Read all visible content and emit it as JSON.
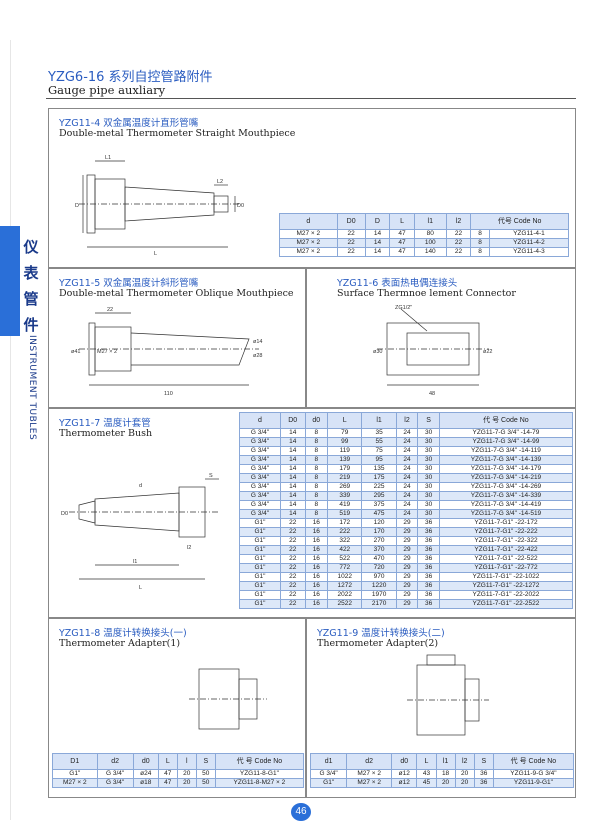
{
  "header": {
    "title": "YZG6-16 系列自控管路附件",
    "subtitle": "Gauge pipe auxliary"
  },
  "side_tab": {
    "cn": [
      "仪",
      "表",
      "管",
      "件"
    ],
    "en": "INSTRUMENT TUBLES"
  },
  "page_number": "46",
  "section1": {
    "title": "YZG11-4 双金属温度计直形管嘴",
    "subtitle": "Double-metal Thermometer Straight Mouthpiece",
    "dims": [
      "L1",
      "L2",
      "D",
      "D0",
      "L"
    ],
    "columns": [
      "d",
      "D0",
      "D",
      "L",
      "l1",
      "l2",
      "代号 Code No"
    ],
    "rows": [
      [
        "M27 × 2",
        "22",
        "14",
        "47",
        "80",
        "22",
        "8",
        "YZG11-4-1"
      ],
      [
        "M27 × 2",
        "22",
        "14",
        "47",
        "100",
        "22",
        "8",
        "YZG11-4-2"
      ],
      [
        "M27 × 2",
        "22",
        "14",
        "47",
        "140",
        "22",
        "8",
        "YZG11-4-3"
      ]
    ]
  },
  "section2": {
    "title": "YZG11-5 双金属温度计斜形管嘴",
    "subtitle": "Double-metal Thermometer Oblique Mouthpiece",
    "dims": [
      "22",
      "ø41",
      "M27 × 2",
      "ø14",
      "ø28",
      "110"
    ]
  },
  "section3": {
    "title": "YZG11-6 表面热电偶连接头",
    "subtitle": "Surface Thermnoe lement Connector",
    "dims": [
      "ZG1/2\"",
      "ø30",
      "ø22",
      "48"
    ]
  },
  "section4": {
    "title": "YZG11-7 温度计套管",
    "subtitle": "Thermometer Bush",
    "dims": [
      "S",
      "d",
      "D0",
      "l1",
      "l2",
      "L"
    ],
    "columns": [
      "d",
      "D0",
      "d0",
      "L",
      "l1",
      "l2",
      "S",
      "代 号 Code No"
    ],
    "rows": [
      [
        "G 3/4\"",
        "14",
        "8",
        "79",
        "35",
        "24",
        "30",
        "YZG11-7-G 3/4\" -14-79"
      ],
      [
        "G 3/4\"",
        "14",
        "8",
        "99",
        "55",
        "24",
        "30",
        "YZG11-7-G 3/4\" -14-99"
      ],
      [
        "G 3/4\"",
        "14",
        "8",
        "119",
        "75",
        "24",
        "30",
        "YZG11-7-G 3/4\" -14-119"
      ],
      [
        "G 3/4\"",
        "14",
        "8",
        "139",
        "95",
        "24",
        "30",
        "YZG11-7-G 3/4\" -14-139"
      ],
      [
        "G 3/4\"",
        "14",
        "8",
        "179",
        "135",
        "24",
        "30",
        "YZG11-7-G 3/4\" -14-179"
      ],
      [
        "G 3/4\"",
        "14",
        "8",
        "219",
        "175",
        "24",
        "30",
        "YZG11-7-G 3/4\" -14-219"
      ],
      [
        "G 3/4\"",
        "14",
        "8",
        "269",
        "225",
        "24",
        "30",
        "YZG11-7-G 3/4\" -14-269"
      ],
      [
        "G 3/4\"",
        "14",
        "8",
        "339",
        "295",
        "24",
        "30",
        "YZG11-7-G 3/4\" -14-339"
      ],
      [
        "G 3/4\"",
        "14",
        "8",
        "419",
        "375",
        "24",
        "30",
        "YZG11-7-G 3/4\" -14-419"
      ],
      [
        "G 3/4\"",
        "14",
        "8",
        "519",
        "475",
        "24",
        "30",
        "YZG11-7-G 3/4\" -14-519"
      ],
      [
        "G1\"",
        "22",
        "16",
        "172",
        "120",
        "29",
        "36",
        "YZG11-7-G1\" -22-172"
      ],
      [
        "G1\"",
        "22",
        "16",
        "222",
        "170",
        "29",
        "36",
        "YZG11-7-G1\" -22-222"
      ],
      [
        "G1\"",
        "22",
        "16",
        "322",
        "270",
        "29",
        "36",
        "YZG11-7-G1\" -22-322"
      ],
      [
        "G1\"",
        "22",
        "16",
        "422",
        "370",
        "29",
        "36",
        "YZG11-7-G1\" -22-422"
      ],
      [
        "G1\"",
        "22",
        "16",
        "522",
        "470",
        "29",
        "36",
        "YZG11-7-G1\" -22-522"
      ],
      [
        "G1\"",
        "22",
        "16",
        "772",
        "720",
        "29",
        "36",
        "YZG11-7-G1\" -22-772"
      ],
      [
        "G1\"",
        "22",
        "16",
        "1022",
        "970",
        "29",
        "36",
        "YZG11-7-G1\" -22-1022"
      ],
      [
        "G1\"",
        "22",
        "16",
        "1272",
        "1220",
        "29",
        "36",
        "YZG11-7-G1\" -22-1272"
      ],
      [
        "G1\"",
        "22",
        "16",
        "2022",
        "1970",
        "29",
        "36",
        "YZG11-7-G1\" -22-2022"
      ],
      [
        "G1\"",
        "22",
        "16",
        "2522",
        "2170",
        "29",
        "36",
        "YZG11-7-G1\" -22-2522"
      ]
    ]
  },
  "section5": {
    "title": "YZG11-8 温度计转换接头(一)",
    "subtitle": "Thermometer Adapter(1)",
    "columns": [
      "D1",
      "d2",
      "d0",
      "L",
      "l",
      "S",
      "代 号 Code No"
    ],
    "rows": [
      [
        "G1\"",
        "G 3/4\"",
        "ø24",
        "47",
        "20",
        "50",
        "YZG11-8-G1\""
      ],
      [
        "M27 × 2",
        "G 3/4\"",
        "ø18",
        "47",
        "20",
        "50",
        "YZG11-8-M27 × 2"
      ]
    ]
  },
  "section6": {
    "title": "YZG11-9 温度计转换接头(二)",
    "subtitle": "Thermometer Adapter(2)",
    "columns": [
      "d1",
      "d2",
      "d0",
      "L",
      "l1",
      "l2",
      "S",
      "代 号 Code No"
    ],
    "rows": [
      [
        "G 3/4\"",
        "M27 × 2",
        "ø12",
        "43",
        "18",
        "20",
        "36",
        "YZG11-9-G 3/4\""
      ],
      [
        "G1\"",
        "M27 × 2",
        "ø12",
        "45",
        "20",
        "20",
        "36",
        "YZG11-9-G1\""
      ]
    ]
  }
}
